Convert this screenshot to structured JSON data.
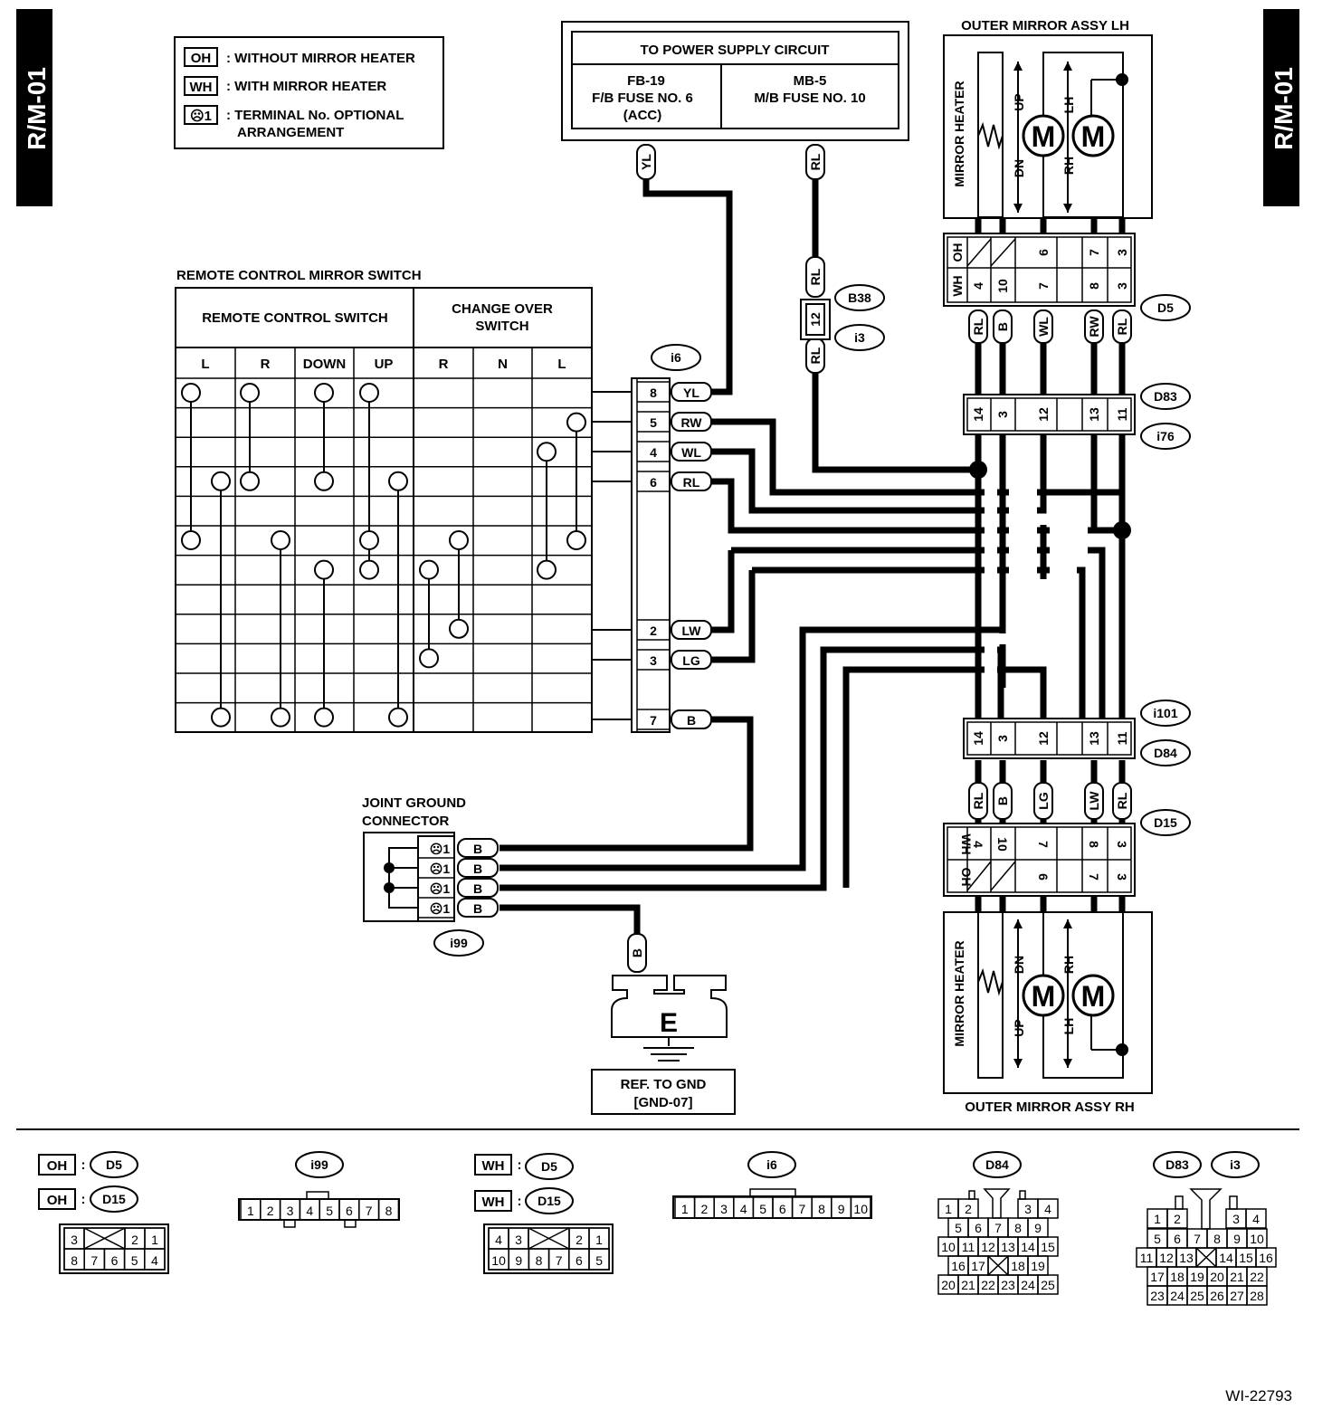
{
  "page_tag": "R/M-01",
  "doc_id": "WI-22793",
  "legend": {
    "items": [
      {
        "code": "OH",
        "text": ": WITHOUT MIRROR HEATER"
      },
      {
        "code": "WH",
        "text": ": WITH MIRROR HEATER"
      },
      {
        "code": "☹1",
        "text": ": TERMINAL No. OPTIONAL"
      }
    ],
    "item3_line2": "ARRANGEMENT"
  },
  "power": {
    "title": "TO POWER SUPPLY CIRCUIT",
    "left": [
      "FB-19",
      "F/B FUSE NO. 6",
      "(ACC)"
    ],
    "right": [
      "MB-5",
      "M/B FUSE NO. 10"
    ],
    "wire_left": "YL",
    "wire_right": "RL"
  },
  "switch": {
    "title": "REMOTE CONTROL MIRROR SWITCH",
    "group1": "REMOTE CONTROL SWITCH",
    "group2_line1": "CHANGE OVER",
    "group2_line2": "SWITCH",
    "cols": [
      "L",
      "R",
      "DOWN",
      "UP",
      "R",
      "N",
      "L"
    ]
  },
  "connectors": {
    "i6": "i6",
    "b38": "B38",
    "i3": "i3",
    "d5": "D5",
    "d83": "D83",
    "i76": "i76",
    "i101": "i101",
    "d84": "D84",
    "d15": "D15",
    "i99": "i99",
    "b38_pin": "12",
    "b38_wire": "RL"
  },
  "i6_pins": [
    {
      "pin": "8",
      "wire": "YL"
    },
    {
      "pin": "5",
      "wire": "RW"
    },
    {
      "pin": "4",
      "wire": "WL"
    },
    {
      "pin": "6",
      "wire": "RL"
    },
    {
      "pin": "2",
      "wire": "LW"
    },
    {
      "pin": "3",
      "wire": "LG"
    },
    {
      "pin": "7",
      "wire": "B"
    }
  ],
  "mirror_lh": {
    "title": "OUTER MIRROR ASSY LH",
    "heater": "MIRROR HEATER",
    "motor": "M",
    "up": "UP",
    "dn": "DN",
    "lh": "LH",
    "rh": "RH",
    "wh_label": "WH",
    "oh_label": "OH",
    "wh_pins": [
      "4",
      "10",
      "7",
      "8",
      "3"
    ],
    "oh_pins": [
      "6",
      "7",
      "3"
    ],
    "wires_top": [
      "RL",
      "B",
      "WL",
      "RW",
      "RL"
    ]
  },
  "harness_top_pins": [
    "14",
    "3",
    "12",
    "13",
    "11"
  ],
  "harness_bot_pins": [
    "14",
    "3",
    "12",
    "13",
    "11"
  ],
  "mirror_rh": {
    "title": "OUTER MIRROR ASSY RH",
    "heater": "MIRROR HEATER",
    "motor": "M",
    "up": "UP",
    "dn": "DN",
    "lh": "LH",
    "rh": "RH",
    "wh_label": "WH",
    "oh_label": "OH",
    "wh_pins": [
      "4",
      "10",
      "7",
      "8",
      "3"
    ],
    "oh_pins": [
      "6",
      "7",
      "3"
    ],
    "wires": [
      "RL",
      "B",
      "LG",
      "LW",
      "RL"
    ]
  },
  "ground": {
    "title1": "JOINT GROUND",
    "title2": "CONNECTOR",
    "pin": "☹1",
    "wire": "B",
    "gnd_wire": "B",
    "symbol": "E",
    "ref1": "REF. TO GND",
    "ref2": "[GND-07]"
  },
  "bottom": {
    "oh": "OH",
    "wh": "WH",
    "d5": "D5",
    "d15": "D15",
    "i99": "i99",
    "i6": "i6",
    "d84": "D84",
    "d83": "D83",
    "i3": "i3",
    "oh_grid_r1": [
      "3",
      "2",
      "1"
    ],
    "oh_grid_r2": [
      "8",
      "7",
      "6",
      "5",
      "4"
    ],
    "wh_grid_r1": [
      "4",
      "3",
      "2",
      "1"
    ],
    "wh_grid_r2": [
      "10",
      "9",
      "8",
      "7",
      "6",
      "5"
    ],
    "i99_pins": [
      "1",
      "2",
      "3",
      "4",
      "5",
      "6",
      "7",
      "8"
    ],
    "i6_pins": [
      "1",
      "2",
      "3",
      "4",
      "5",
      "6",
      "7",
      "8",
      "9",
      "10"
    ],
    "d84_rows": [
      [
        "1",
        "2",
        "3",
        "4"
      ],
      [
        "5",
        "6",
        "7",
        "8",
        "9"
      ],
      [
        "10",
        "11",
        "12",
        "13",
        "14",
        "15"
      ],
      [
        "16",
        "17",
        "18",
        "19"
      ],
      [
        "20",
        "21",
        "22",
        "23",
        "24",
        "25"
      ]
    ],
    "d83_rows": [
      [
        "1",
        "2",
        "3",
        "4"
      ],
      [
        "5",
        "6",
        "7",
        "8",
        "9",
        "10"
      ],
      [
        "11",
        "12",
        "13",
        "14",
        "15",
        "16"
      ],
      [
        "17",
        "18",
        "19",
        "20",
        "21",
        "22"
      ],
      [
        "23",
        "24",
        "25",
        "26",
        "27",
        "28"
      ]
    ]
  }
}
